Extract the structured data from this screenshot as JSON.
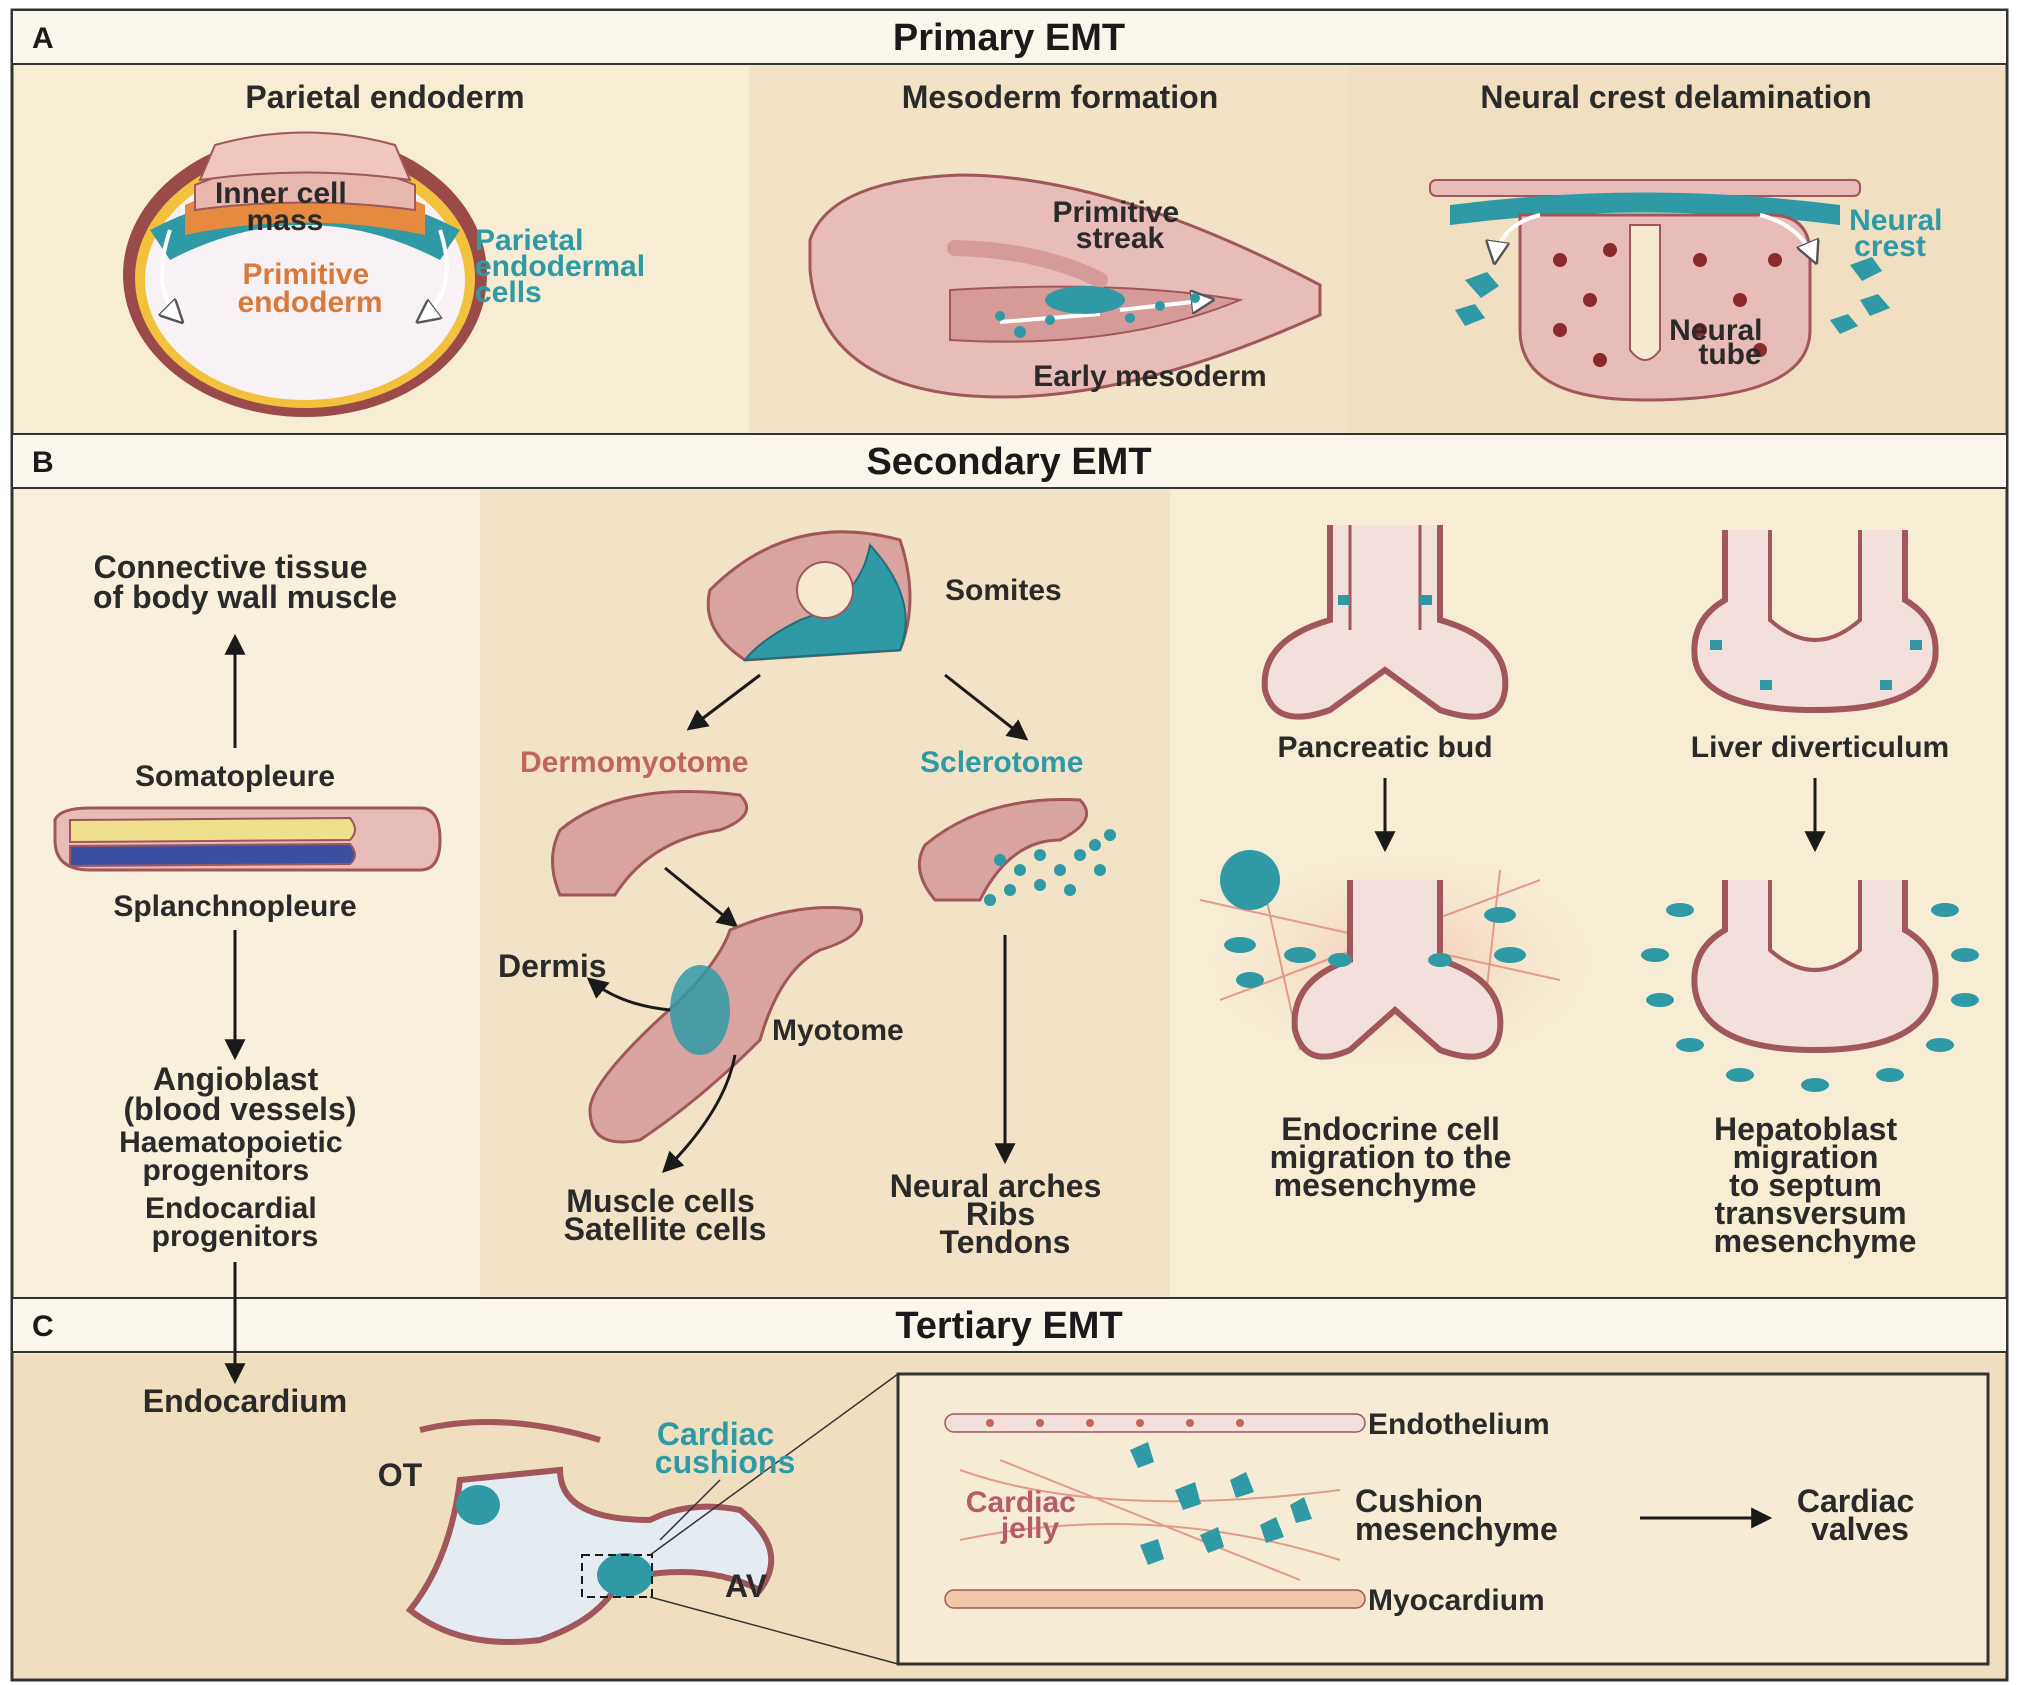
{
  "panel_a": {
    "letter": "A",
    "title": "Primary EMT",
    "col1": {
      "title": "Parietal endoderm",
      "inner_cell_mass": [
        "Inner cell",
        "mass"
      ],
      "primitive_endoderm": [
        "Primitive",
        "endoderm"
      ],
      "parietal_cells": [
        "Parietal",
        "endodermal",
        "cells"
      ]
    },
    "col2": {
      "title": "Mesoderm formation",
      "primitive_streak": [
        "Primitive",
        "streak"
      ],
      "early_mesoderm": "Early mesoderm"
    },
    "col3": {
      "title": "Neural crest delamination",
      "neural_crest": [
        "Neural",
        "crest"
      ],
      "neural_tube": [
        "Neural",
        "tube"
      ]
    }
  },
  "panel_b": {
    "letter": "B",
    "title": "Secondary EMT",
    "lateral": {
      "connective": [
        "Connective tissue",
        "of body wall muscle"
      ],
      "somatopleure": "Somatopleure",
      "splanchnopleure": "Splanchnopleure",
      "angioblast": [
        "Angioblast",
        "(blood vessels)"
      ],
      "progenitors": [
        "Haematopoietic",
        "progenitors",
        "Endocardial",
        "progenitors"
      ]
    },
    "somite": {
      "somites": "Somites",
      "dermomyotome": "Dermomyotome",
      "sclerotome": "Sclerotome",
      "dermis": "Dermis",
      "myotome": "Myotome",
      "muscle": [
        "Muscle cells",
        "Satellite cells"
      ],
      "neural_arches": [
        "Neural arches",
        "Ribs",
        "Tendons"
      ]
    },
    "gut": {
      "pancreatic_bud": "Pancreatic bud",
      "liver_diverticulum": "Liver diverticulum",
      "endocrine": [
        "Endocrine cell",
        "migration to the",
        "mesenchyme"
      ],
      "hepatoblast": [
        "Hepatoblast",
        "migration",
        "to septum",
        "transversum",
        "mesenchyme"
      ]
    }
  },
  "panel_c": {
    "letter": "C",
    "title": "Tertiary EMT",
    "endocardium": "Endocardium",
    "ot": "OT",
    "av": "AV",
    "cardiac_cushions": [
      "Cardiac",
      "cushions"
    ],
    "endothelium": "Endothelium",
    "cardiac_jelly": [
      "Cardiac",
      "jelly"
    ],
    "cushion_mesenchyme": [
      "Cushion",
      "mesenchyme"
    ],
    "cardiac_valves": [
      "Cardiac",
      "valves"
    ],
    "myocardium": "Myocardium"
  },
  "colors": {
    "teal": "#2f9aa6",
    "tissue": "#d9a3a0",
    "outline": "#a0565a",
    "panel_bg": "#f6e9cf",
    "header_bg": "#fbf6ec"
  }
}
